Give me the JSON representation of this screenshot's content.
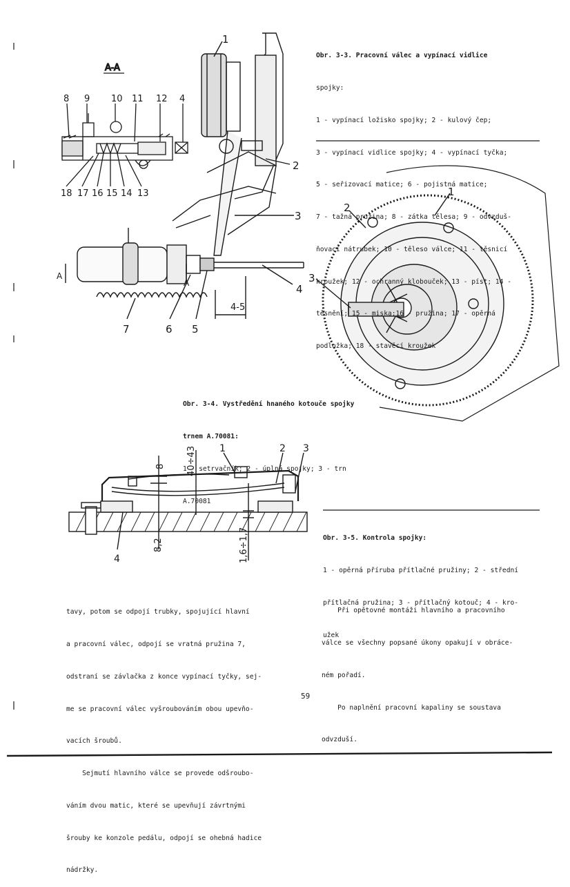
{
  "fig33": {
    "section_label": "A-A",
    "callouts_top": [
      "8",
      "9",
      "10",
      "11",
      "12",
      "4"
    ],
    "callouts_bottom": [
      "18",
      "17",
      "16",
      "15",
      "14",
      "13"
    ],
    "callouts_main": [
      "1",
      "2",
      "3",
      "4",
      "5",
      "6",
      "7"
    ],
    "dim_label": "4-5",
    "section_mark": "A",
    "caption_lines": [
      "Obr. 3-3. Pracovní válec a vypínací vidlice",
      "spojky:",
      "1 - vypínací ložisko spojky; 2 - kulový čep;",
      "3 - vypínací vidlice spojky; 4 - vypínací tyčka;",
      "5 - seřizovací matice; 6 - pojistná matice;",
      "7 - tažná pružina; 8 - zátka tělesa; 9 - odvzduš-",
      "ňovací nátrubek; 10 - těleso válce; 11 - těsnicí",
      "kroužek; 12 - ochranný klobouček; 13 - píst; 14 -",
      "těsnění; 15 - miska;16 - pružina; 17 - opěrná",
      "podložka; 18 - stavěcí kroužek"
    ]
  },
  "fig34": {
    "callouts": [
      "1",
      "2",
      "3"
    ],
    "caption_lines": [
      "Obr. 3-4. Vystředění hnaného kotouče spojky",
      "trnem A.70081:",
      "1 - setrvačník; 2 - úplná spojky; 3 - trn",
      "A.70081"
    ]
  },
  "fig35": {
    "callouts": [
      "1",
      "2",
      "3",
      "4"
    ],
    "dims": [
      "8",
      "40÷43",
      "8,2",
      "1,6÷1,7"
    ],
    "caption_lines": [
      "Obr. 3-5. Kontrola spojky:",
      "1 - opěrná příruba přítlačné pružiny; 2 - střední",
      "přítlačná pružina; 3 - přítlačný kotouč; 4 - kro-",
      "užek"
    ]
  },
  "left_column": [
    "tavy, potom se odpojí trubky, spojující hlavní",
    "a pracovní válec, odpojí se vratná pružina 7,",
    "odstraní se závlačka z konce vypínací tyčky, sej-",
    "me se pracovní válec vyšroubováním obou upevňo-",
    "vacích šroubů.",
    "    Sejmutí hlavního válce se provede odšroubo-",
    "váním dvou matic, které se upevňují závrtnými",
    "šrouby ke konzole pedálu, odpojí se ohebná hadice",
    "nádržky."
  ],
  "right_column": [
    "    Při opětovné montáži hlavního a pracovního",
    "válce se všechny popsané úkony opakují v obráce-",
    "ném pořadí.",
    "    Po naplnění pracovní kapaliny se soustava",
    "odvzduší."
  ],
  "page_number": "59"
}
